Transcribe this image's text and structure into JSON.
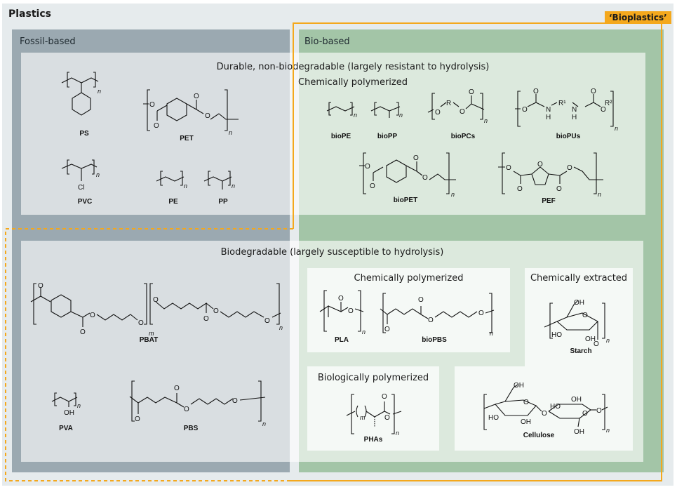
{
  "title": "Plastics",
  "bioplastics_label": "‘Bioplastics’",
  "fossil": {
    "header": "Fossil-based"
  },
  "bio": {
    "header": "Bio-based"
  },
  "durable": {
    "caption": "Durable, non-biodegradable (largely resistant to hydrolysis)",
    "subcaption": "Chemically polymerized"
  },
  "biodegradable": {
    "caption": "Biodegradable (largely susceptible to hydrolysis)",
    "chem_polymerized": "Chemically polymerized",
    "chem_extracted": "Chemically extracted",
    "bio_polymerized": "Biologically polymerized"
  },
  "polymers": {
    "PS": "PS",
    "PET": "PET",
    "PVC": "PVC",
    "PE": "PE",
    "PP": "PP",
    "bioPE": "bioPE",
    "bioPP": "bioPP",
    "bioPCs": "bioPCs",
    "bioPUs": "bioPUs",
    "bioPET": "bioPET",
    "PEF": "PEF",
    "PBAT": "PBAT",
    "PVA": "PVA",
    "PBS": "PBS",
    "PLA": "PLA",
    "bioPBS": "bioPBS",
    "PHAs": "PHAs",
    "Starch": "Starch",
    "Cellulose": "Cellulose"
  },
  "atoms": {
    "O": "O",
    "n": "n",
    "m": "m",
    "Cl": "Cl",
    "OH": "OH",
    "HO": "HO",
    "R": "R",
    "N": "N",
    "H": "H",
    "R1": "R¹",
    "R2": "R²"
  },
  "colors": {
    "fossil": "#9ba9b1",
    "bio": "#a3c5a7",
    "background": "#e6ebed",
    "bioplastics": "#f4a81d"
  }
}
